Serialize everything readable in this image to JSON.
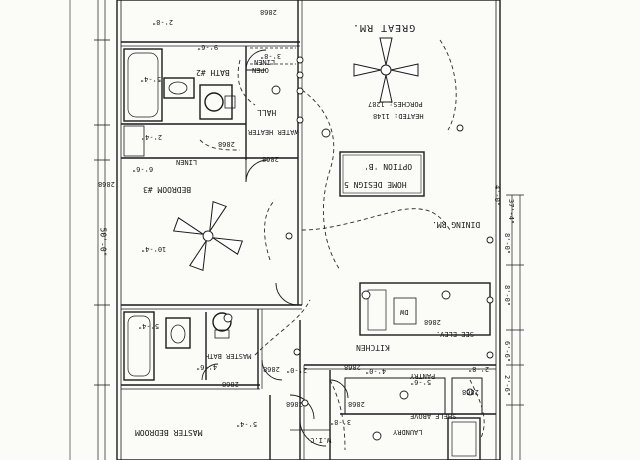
{
  "rooms": {
    "great_room": "GREAT RM.",
    "bath2": "BATH #2",
    "bedroom3": "BEDROOM #3",
    "hall": "HALL",
    "home_design": "HOME DESIGN 5",
    "option": "OPTION 'B'",
    "heated": "HEATED: 1148",
    "porches": "PORCHES: 1287",
    "dining": "DINING RM.",
    "kitchen": "KITCHEN",
    "master_bath": "MASTER BATH",
    "master_bedroom": "MASTER BEDROOM",
    "laundry": "LAUNDRY",
    "wic": "W.I.C."
  },
  "dimensions": {
    "overall_width": "50'-0\"",
    "overall_depth": "37'-4\"",
    "d1": "5'-4\"",
    "d2": "2'-4\"",
    "d3": "5'-4\"",
    "d4": "10'-4\"",
    "d5": "9'-6\"",
    "d6": "6'-6\"",
    "d7": "2'-8\"",
    "d8": "4'-6\"",
    "d9": "2'-0\"",
    "d10": "4'-0\"",
    "d11": "8'-0\"",
    "d12": "8'-0\"",
    "d13": "6'-6\"",
    "d14": "2'-6\"",
    "d15": "3'-8\"",
    "d16": "5'-4\"",
    "d17": "3'-8\"",
    "d18": "2'-8\"",
    "d19": "5'-6\"",
    "d20": "4'-0\""
  },
  "door_tags": {
    "t1": "2868",
    "t2": "2868",
    "t3": "2868",
    "t4": "2868",
    "t5": "2868",
    "t6": "2868",
    "t7": "2868",
    "t8": "2868",
    "t9": "2868",
    "t10": "2868",
    "t11": "2868"
  },
  "notes": {
    "n1": "OPEN",
    "n2": "LINEN",
    "n3": "WATER HEATER",
    "n4": "LINEN",
    "n5": "PANTRY",
    "n6": "DW",
    "n7": "SEE ELEV.",
    "n8": "SHELF ABOVE"
  }
}
